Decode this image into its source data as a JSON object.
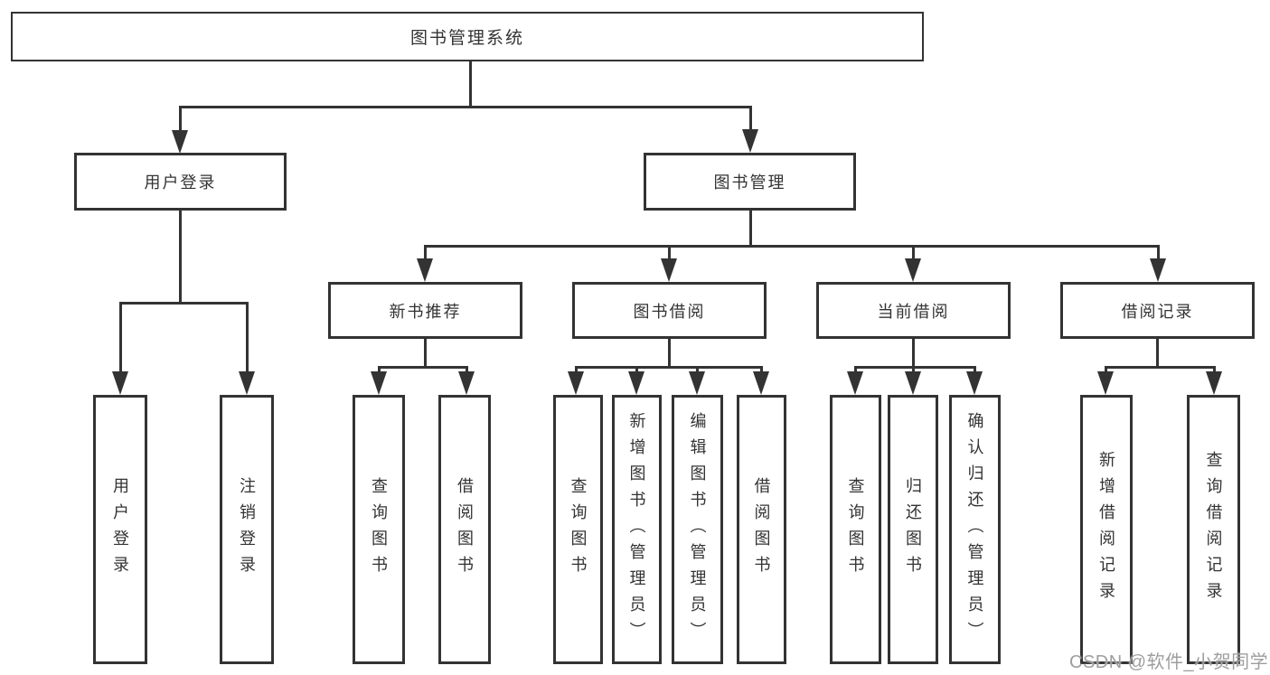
{
  "title": {
    "label": "图书管理系统"
  },
  "level2": [
    {
      "label": "用户登录"
    },
    {
      "label": "图书管理"
    }
  ],
  "level3": [
    {
      "label": "新书推荐"
    },
    {
      "label": "图书借阅"
    },
    {
      "label": "当前借阅"
    },
    {
      "label": "借阅记录"
    }
  ],
  "leaves": {
    "login": [
      "用户登录",
      "注销登录"
    ],
    "recommend": [
      "查询图书",
      "借阅图书"
    ],
    "borrow": [
      "查询图书",
      "新增图书（管理员）",
      "编辑图书（管理员）",
      "借阅图书"
    ],
    "current": [
      "查询图书",
      "归还图书",
      "确认归还（管理员）"
    ],
    "records": [
      "新增借阅记录",
      "查询借阅记录"
    ]
  },
  "watermark": {
    "text": "CSDN @软件_小贺同学"
  },
  "colors": {
    "line": "#333333",
    "text": "#333333",
    "watermark": "#9e9e9e",
    "background": "#ffffff"
  }
}
